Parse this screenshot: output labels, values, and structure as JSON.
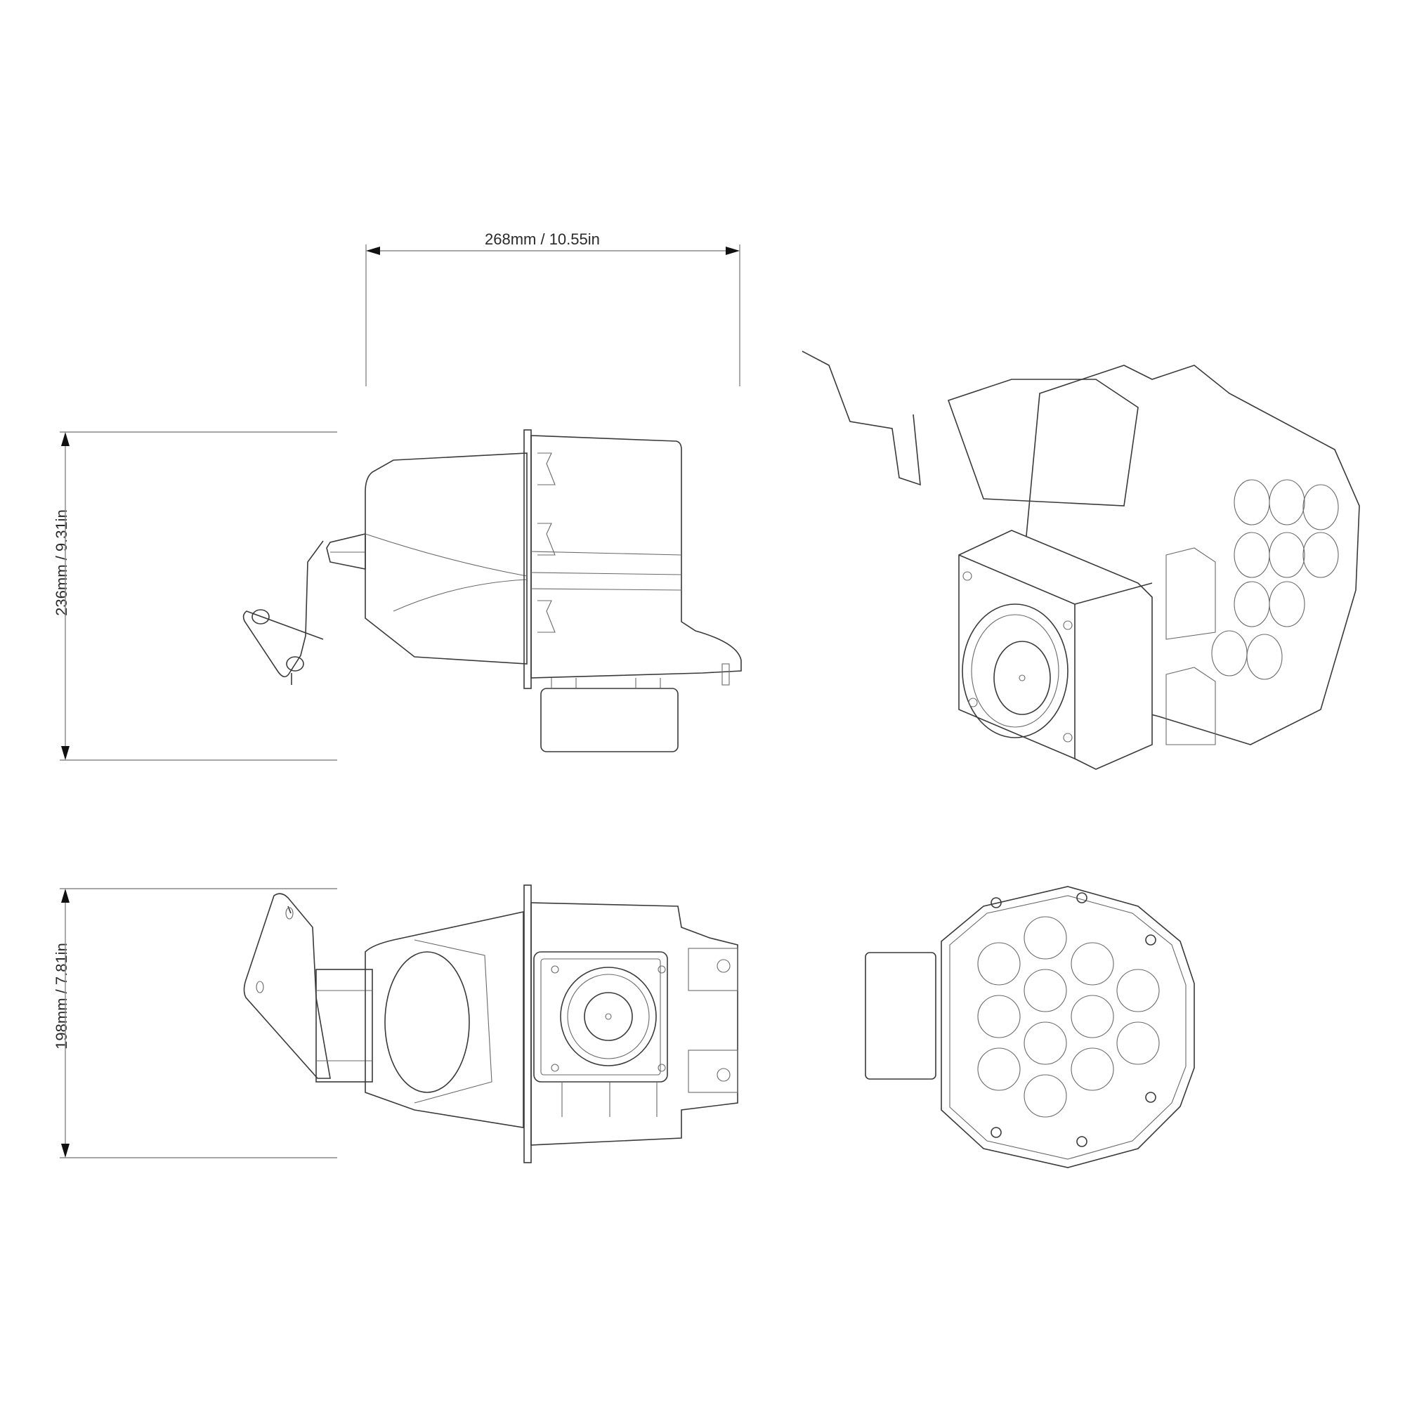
{
  "dimensions": {
    "width": {
      "label": "268mm / 10.55in",
      "mm": 268,
      "in": 10.55
    },
    "height_side": {
      "label": "236mm / 9.31in",
      "mm": 236,
      "in": 9.31
    },
    "height_top": {
      "label": "198mm / 7.81in",
      "mm": 198,
      "in": 7.81
    }
  },
  "views": [
    {
      "name": "side-view",
      "description": "Side elevation with mounting bracket, flange and fan housing"
    },
    {
      "name": "isometric-view",
      "description": "Isometric view with fan and 12-port outlet grille"
    },
    {
      "name": "top-view",
      "description": "Top view showing inlet opening and fan"
    },
    {
      "name": "end-view",
      "description": "End view of hexagonal outlet with 12 vents"
    }
  ],
  "colors": {
    "line": "#3a3a3a",
    "background": "#ffffff",
    "dimension": "#8a8a8a"
  }
}
